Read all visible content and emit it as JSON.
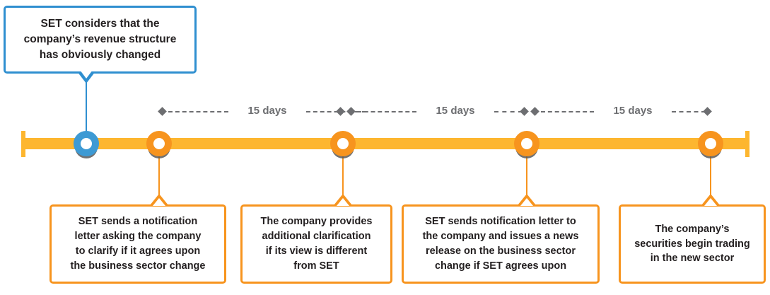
{
  "diagram": {
    "type": "timeline",
    "title": "",
    "accent_color": "#f7941e",
    "bar_color": "#fdb62f",
    "highlight_color": "#3d9ad4",
    "ruler_color": "#6d6e71",
    "text_color": "#231f20"
  },
  "top_callout": {
    "text": "SET considers that the\ncompany’s revenue structure\nhas obviously changed",
    "border_color": "#2f8fd0"
  },
  "durations": [
    {
      "label": "15 days"
    },
    {
      "label": "15 days"
    },
    {
      "label": "15 days"
    }
  ],
  "nodes": [
    {
      "name": "node-1",
      "color": "#3d9ad4",
      "kind": "highlight"
    },
    {
      "name": "node-2",
      "color": "#f7941e",
      "kind": "step"
    },
    {
      "name": "node-3",
      "color": "#f7941e",
      "kind": "step"
    },
    {
      "name": "node-4",
      "color": "#f7941e",
      "kind": "step"
    },
    {
      "name": "node-5",
      "color": "#f7941e",
      "kind": "step"
    }
  ],
  "steps": [
    {
      "text": "SET sends a notification\nletter asking the company\nto clarify if it agrees upon\nthe business sector change"
    },
    {
      "text": "The company provides\nadditional clarification\nif its view is different\nfrom SET"
    },
    {
      "text": "SET sends notification letter to\nthe company and issues a news\nrelease on the business sector\nchange if SET agrees upon"
    },
    {
      "text": "The company’s\nsecurities begin trading\nin the new sector"
    }
  ]
}
